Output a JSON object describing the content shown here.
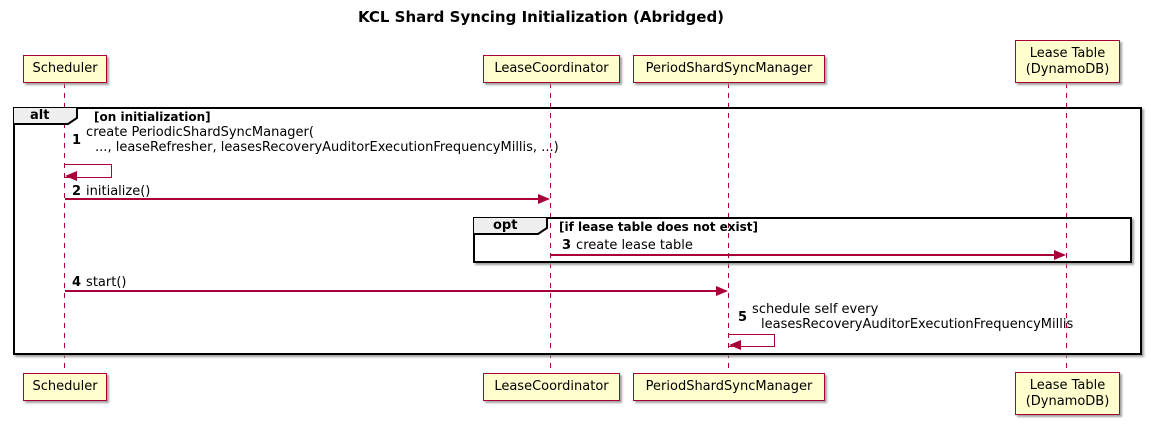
{
  "title": "KCL Shard Syncing Initialization (Abridged)",
  "colors": {
    "participant_fill": "#FEFECE",
    "participant_border": "#A80036",
    "arrow": "#A80036",
    "frame_border": "#000000",
    "frame_label_fill": "#EEEEEE",
    "text": "#000000"
  },
  "participants": [
    {
      "label": "Scheduler"
    },
    {
      "label": "LeaseCoordinator"
    },
    {
      "label": "PeriodShardSyncManager"
    },
    {
      "label": "Lease Table",
      "sublabel": "(DynamoDB)"
    }
  ],
  "frames": {
    "alt": {
      "label": "alt",
      "condition": "[on initialization]"
    },
    "opt": {
      "label": "opt",
      "condition": "[if lease table does not exist]"
    }
  },
  "messages": [
    {
      "num": "1",
      "lines": [
        "create PeriodicShardSyncManager(",
        "..., leaseRefresher, leasesRecoveryAuditorExecutionFrequencyMillis, ...)"
      ]
    },
    {
      "num": "2",
      "text": "initialize()"
    },
    {
      "num": "3",
      "text": "create lease table"
    },
    {
      "num": "4",
      "text": "start()"
    },
    {
      "num": "5",
      "lines": [
        "schedule self every",
        "leasesRecoveryAuditorExecutionFrequencyMillis"
      ]
    }
  ]
}
